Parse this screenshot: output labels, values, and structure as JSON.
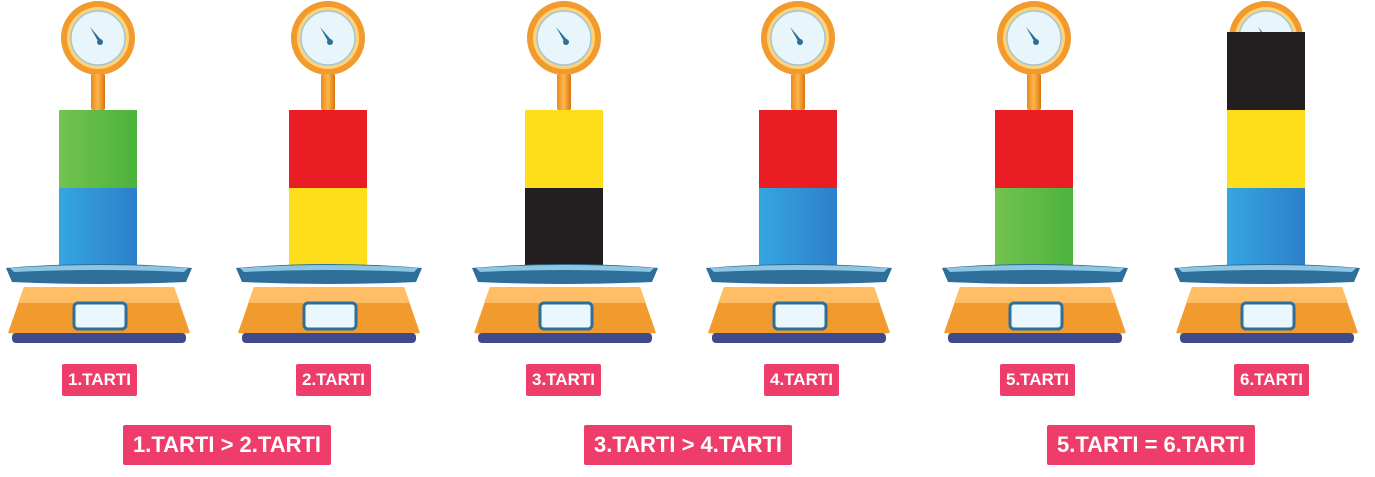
{
  "colors": {
    "green": "#5bb947",
    "blue": "#2f8fd6",
    "red": "#ea1d25",
    "yellow": "#fedd1a",
    "black": "#231f20",
    "label_bg": "#ee3d6b",
    "scale_orange": "#f19a2e",
    "scale_platform": "#2d6f9a"
  },
  "scales": [
    {
      "label": "1.TARTI",
      "blocks_top_to_bottom": [
        "green",
        "blue"
      ]
    },
    {
      "label": "2.TARTI",
      "blocks_top_to_bottom": [
        "red",
        "yellow"
      ]
    },
    {
      "label": "3.TARTI",
      "blocks_top_to_bottom": [
        "yellow",
        "black"
      ]
    },
    {
      "label": "4.TARTI",
      "blocks_top_to_bottom": [
        "red",
        "blue"
      ]
    },
    {
      "label": "5.TARTI",
      "blocks_top_to_bottom": [
        "red",
        "green"
      ]
    },
    {
      "label": "6.TARTI",
      "blocks_top_to_bottom": [
        "black",
        "yellow",
        "blue"
      ]
    }
  ],
  "comparisons": [
    {
      "text": "1.TARTI > 2.TARTI"
    },
    {
      "text": "3.TARTI > 4.TARTI"
    },
    {
      "text": "5.TARTI = 6.TARTI"
    }
  ]
}
